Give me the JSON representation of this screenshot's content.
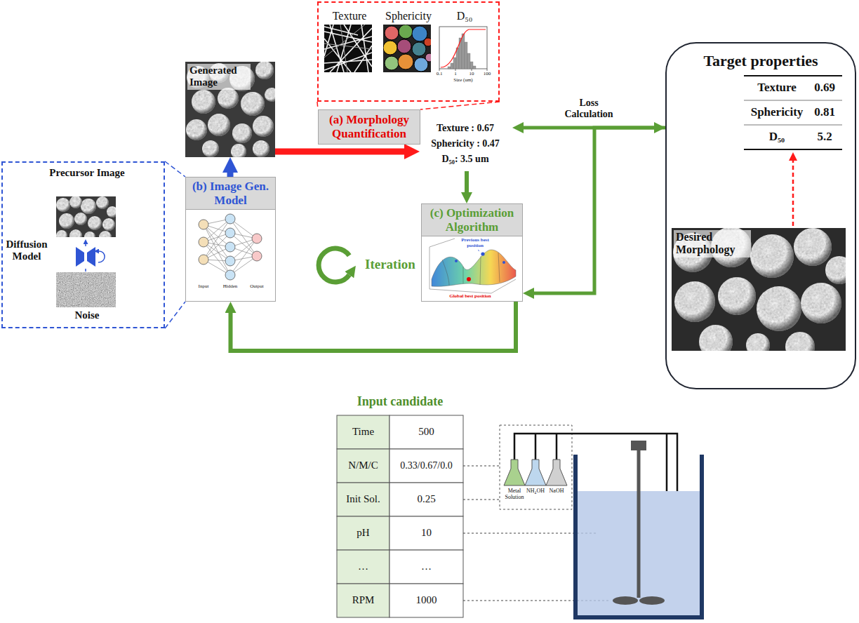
{
  "diagram": {
    "nodes": [
      {
        "text": [
          "Texture",
          "Sphericity",
          "D₅₀"
        ]
      },
      {
        "text": [
          "Generated Image"
        ]
      },
      {
        "text": [
          "(a) Morphology Quantification"
        ]
      },
      {
        "text": [
          "Texture : 0.67",
          "Sphericity : 0.47",
          "D₅₀: 3.5 um"
        ]
      },
      {
        "text": [
          "Target properties"
        ]
      },
      {
        "text": [
          "Desired Morphology"
        ],
        "in": 4
      },
      {
        "text": [
          "Precursor Image",
          "Diffusion Model",
          "Noise"
        ]
      },
      {
        "text": [
          "(b) Image Gen. Model"
        ]
      },
      {
        "text": [
          "(c) Optimization Algorithm"
        ]
      }
    ],
    "edges": [
      {
        "from": 1,
        "to": 3,
        "arrow": "to"
      },
      {
        "from": 3,
        "to": 8,
        "arrow": "to"
      },
      {
        "from": 8,
        "to": 7,
        "arrow": "to"
      },
      {
        "from": 7,
        "to": 1,
        "arrow": "to"
      },
      {
        "from": 3,
        "to": 4,
        "label": "Loss Calculation",
        "arrow": "both"
      },
      {
        "from": 4,
        "to": 8,
        "arrow": "to"
      },
      {
        "from": 0,
        "to": 2,
        "arrow": "none"
      },
      {
        "from": 6,
        "to": 7,
        "arrow": "none"
      }
    ],
    "labels": [
      "Iteration",
      "Texture",
      "0.69",
      "Sphericity",
      "0.81",
      "D₅₀",
      "5.2",
      "Input candidate",
      "Time",
      "500",
      "N/M/C",
      "0.33/0.67/0.0",
      "Init Sol.",
      "0.25",
      "pH",
      "10",
      "…",
      "…",
      "RPM",
      "1000",
      "Metal Solution",
      "NH₄OH",
      "NaOH",
      "Input",
      "Hidden",
      "Output",
      "Previous best position",
      "Global best position",
      "Size (um)",
      "0.1",
      "1",
      "10",
      "100"
    ]
  }
}
